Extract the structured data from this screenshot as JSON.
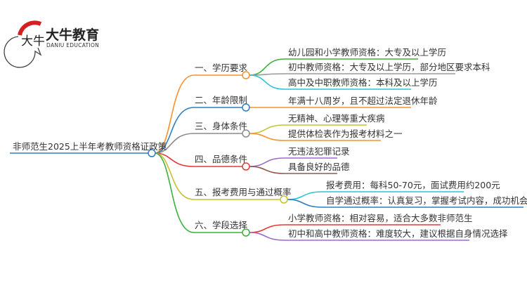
{
  "logo": {
    "name_cn": "大牛教育",
    "name_en": "DANIU EDUCATION",
    "mark": "大牛"
  },
  "root": {
    "label": "非师范生2025上半年考教师资格证政策",
    "color": "#2f7fc1"
  },
  "branches": [
    {
      "label": "一、学历要求",
      "color": "#f7922d",
      "children": [
        {
          "label": "幼儿园和小学教师资格：大专及以上学历",
          "color": "#3db13d"
        },
        {
          "label": "初中教师资格：大专及以上学历，部分地区要求本科",
          "color": "#9a9a9a"
        },
        {
          "label": "高中及中职教师资格：本科及以上学历",
          "color": "#2fc4d6"
        }
      ]
    },
    {
      "label": "二、年龄限制",
      "color": "#2f7fc1",
      "children": [
        {
          "label": "年满十八周岁，且不超过法定退休年龄",
          "color": "#f7922d"
        }
      ]
    },
    {
      "label": "三、身体条件",
      "color": "#8c8c8c",
      "children": [
        {
          "label": "无精神、心理等重大疾病",
          "color": "#c3c23a"
        },
        {
          "label": "提供体检表作为报考材料之一",
          "color": "#f7922d"
        }
      ]
    },
    {
      "label": "四、品德条件",
      "color": "#e03c3c",
      "children": [
        {
          "label": "无违法犯罪记录",
          "color": "#9a6ad0"
        },
        {
          "label": "具备良好的品德",
          "color": "#8b5a4a"
        }
      ]
    },
    {
      "label": "五、报考费用与通过概率",
      "color": "#c8c22e",
      "children": [
        {
          "label": "报考费用：每科50-70元，面试费用约200元",
          "color": "#2fc4d6"
        },
        {
          "label": "自学通过概率：认真复习，掌握考试内容，成功机会高",
          "color": "#2f7fc1"
        }
      ]
    },
    {
      "label": "六、学段选择",
      "color": "#3db13d",
      "children": [
        {
          "label": "小学教师资格：相对容易，适合大多数非师范生",
          "color": "#e03c3c"
        },
        {
          "label": "初中和高中教师资格：难度较大，建议根据自身情况选择",
          "color": "#9a6ad0"
        }
      ]
    }
  ]
}
